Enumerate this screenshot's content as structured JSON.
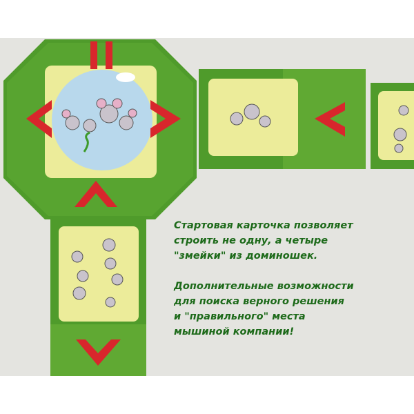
{
  "caption": {
    "paragraph1": [
      "Стартовая карточка позволяет",
      "строить не одну, а четыре",
      "\"змейки\" из доминошек."
    ],
    "paragraph2": [
      "Дополнительные возможности",
      "для поиска верного решения",
      "и \"правильного\" места",
      "мышиной компании!"
    ]
  },
  "colors": {
    "tile_green": "#4f9b2b",
    "tile_light_green": "#7cbf3c",
    "card_yellow": "#ecec9a",
    "arrow_red": "#d8262c",
    "text_green": "#1d6a1a",
    "sky_blue": "#b8d8ec"
  }
}
